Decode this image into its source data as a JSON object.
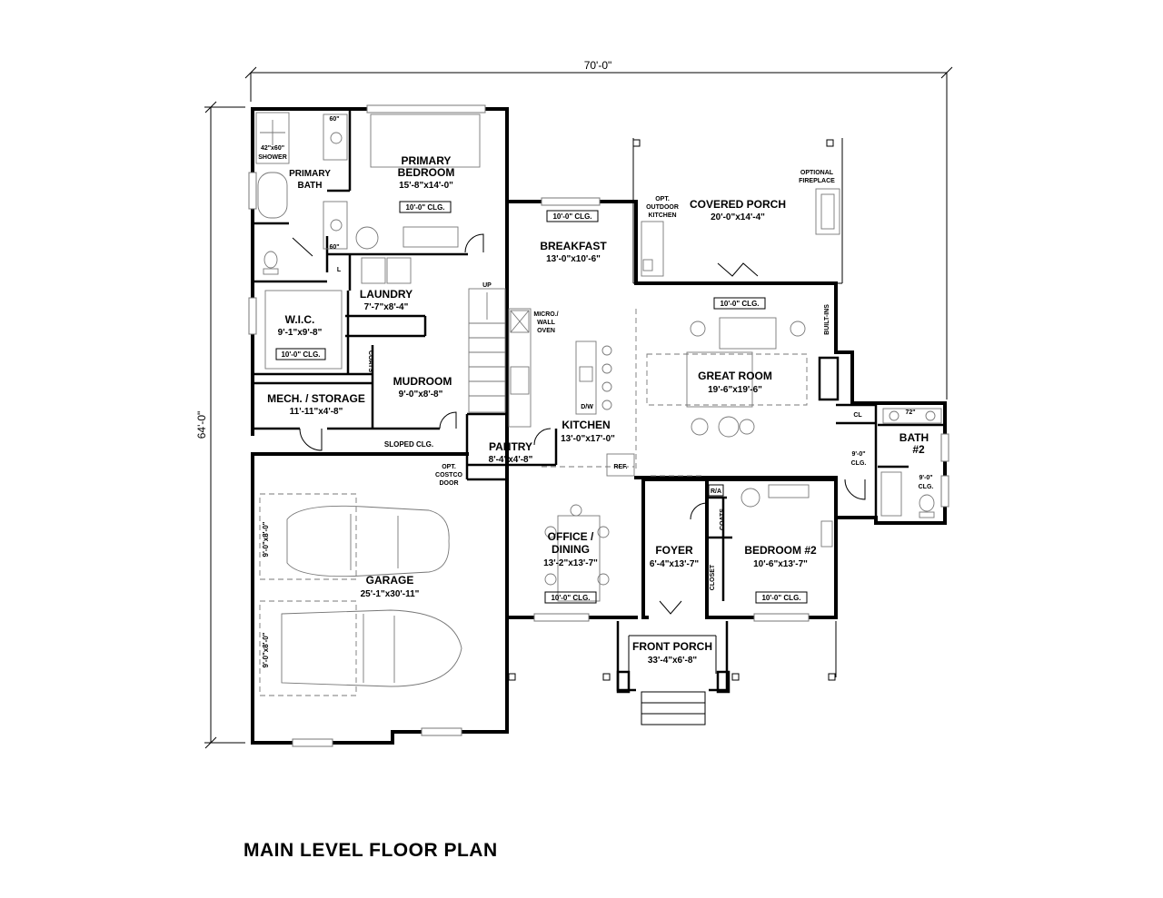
{
  "title": "MAIN LEVEL FLOOR PLAN",
  "dimensions": {
    "width": "70'-0\"",
    "depth": "64'-0\""
  },
  "rooms": {
    "primary_bedroom": {
      "name1": "PRIMARY",
      "name2": "BEDROOM",
      "size": "15'-8\"x14'-0\"",
      "clg": "10'-0\" CLG."
    },
    "primary_bath": {
      "name1": "PRIMARY",
      "name2": "BATH"
    },
    "shower": {
      "line1": "42\"x60\"",
      "line2": "SHOWER"
    },
    "breakfast": {
      "name": "BREAKFAST",
      "size": "13'-0\"x10'-6\"",
      "clg": "10'-0\" CLG."
    },
    "covered_porch": {
      "name": "COVERED PORCH",
      "size": "20'-0\"x14'-4\""
    },
    "outdoor_kitchen": {
      "line1": "OPT.",
      "line2": "OUTDOOR",
      "line3": "KITCHEN"
    },
    "fireplace": {
      "line1": "OPTIONAL",
      "line2": "FIREPLACE"
    },
    "laundry": {
      "name": "LAUNDRY",
      "size": "7'-7\"x8'-4\""
    },
    "wic": {
      "name": "W.I.C.",
      "size": "9'-1\"x9'-8\"",
      "clg": "10'-0\" CLG."
    },
    "mudroom": {
      "name": "MUDROOM",
      "size": "9'-0\"x8'-8\""
    },
    "mech": {
      "name": "MECH. / STORAGE",
      "size": "11'-11\"x4'-8\""
    },
    "kitchen": {
      "name": "KITCHEN",
      "size": "13'-0\"x17'-0\""
    },
    "micro": {
      "line1": "MICRO./",
      "line2": "WALL",
      "line3": "OVEN"
    },
    "great_room": {
      "name": "GREAT ROOM",
      "size": "19'-6\"x19'-6\"",
      "clg": "10'-0\" CLG.",
      "builtins": "BUILT-INS"
    },
    "pantry": {
      "name": "PANTRY",
      "size": "8'-4\"x4'-8\""
    },
    "bath2": {
      "name1": "BATH",
      "name2": "#2",
      "clg_a1": "9'-0\"",
      "clg_a2": "CLG.",
      "clg_b1": "9'-0\"",
      "clg_b2": "CLG."
    },
    "office": {
      "name1": "OFFICE /",
      "name2": "DINING",
      "size": "13'-2\"x13'-7\"",
      "clg": "10'-0\" CLG."
    },
    "foyer": {
      "name": "FOYER",
      "size": "6'-4\"x13'-7\""
    },
    "bedroom2": {
      "name": "BEDROOM #2",
      "size": "10'-6\"x13'-7\"",
      "clg": "10'-0\" CLG."
    },
    "garage": {
      "name": "GARAGE",
      "size": "25'-1\"x30'-11\"",
      "bay1": "9'-0\"x8'-0\"",
      "bay2": "9'-0\"x8'-0\""
    },
    "front_porch": {
      "name": "FRONT PORCH",
      "size": "33'-4\"x6'-8\""
    }
  },
  "notes": {
    "sloped": "SLOPED CLG.",
    "costco1": "OPT.",
    "costco2": "COSTCO",
    "costco3": "DOOR",
    "up": "UP",
    "dw": "D/W",
    "ref": "REF.",
    "ra": "R/A",
    "coats": "COATS",
    "closet": "CLOSET",
    "cl": "CL",
    "l": "L",
    "vanity60_top": "60\"",
    "vanity60_bottom": "60\"",
    "vanity72": "72\""
  }
}
